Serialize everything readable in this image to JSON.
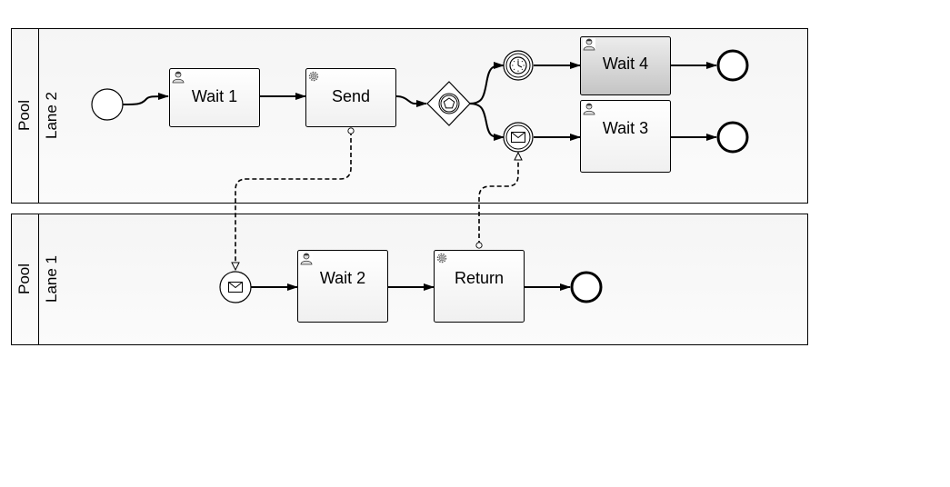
{
  "pools": [
    {
      "label": "Pool",
      "lane": "Lane 2"
    },
    {
      "label": "Pool",
      "lane": "Lane 1"
    }
  ],
  "tasks": {
    "wait1": "Wait 1",
    "send": "Send",
    "wait4": "Wait 4",
    "wait3": "Wait 3",
    "wait2": "Wait 2",
    "return": "Return"
  },
  "colors": {
    "stroke": "#000000",
    "pool_fill": "#f7f7f7",
    "task_fill": "#ffffff",
    "selected_task_fill": "#d0d0d0"
  },
  "icons": {
    "user_task": "user-icon",
    "service_task": "gear-icon",
    "gateway": "event-based-gateway-icon",
    "timer": "timer-icon",
    "message": "envelope-icon"
  }
}
